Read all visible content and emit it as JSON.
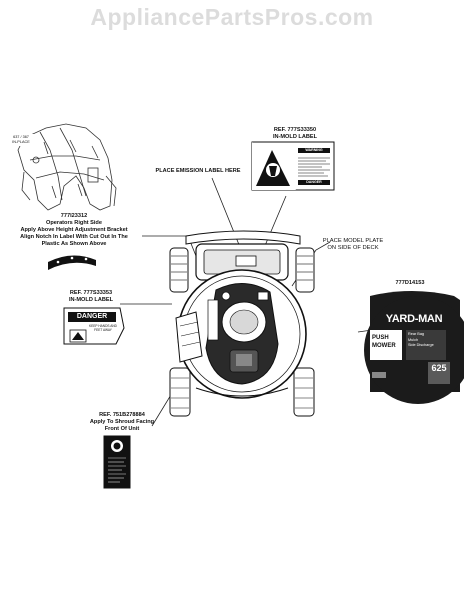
{
  "watermark": "AppliancePartsPros.com",
  "callouts": {
    "left_ref": "777I23312",
    "left_desc_1": "Operators Right Side",
    "left_desc_2": "Apply Above Height Adjustment Bracket",
    "left_desc_3": "Align Notch In Label With Cut Out In The",
    "left_desc_4": "Plastic As Shown Above",
    "top_ref": "REF. 777S33350",
    "top_desc": "IN-MOLD LABEL",
    "emission": "PLACE EMISSION LABEL HERE",
    "model_plate_1": "PLACE MODEL PLATE",
    "model_plate_2": "ON SIDE OF DECK",
    "mid_ref": "REF. 777S33353",
    "mid_desc": "IN-MOLD LABEL",
    "right_ref": "777D14153",
    "bottom_ref": "REF. 751B278884",
    "bottom_desc_1": "Apply To Shroud Facing",
    "bottom_desc_2": "Front Of Unit"
  },
  "labels": {
    "danger_top": "DANGER",
    "warning_top": "WARNING",
    "danger_mid": "DANGER",
    "danger_mid_sub": "KEEP HANDS AND FEET AWAY",
    "brand": "YARD-MAN",
    "push": "PUSH",
    "mower": "MOWER",
    "feature_1": "Rear Bag",
    "feature_2": "Mulch",
    "feature_3": "Side Discharge",
    "model_number": "625",
    "sticker_small_1": "637 / 367",
    "sticker_small_2": "IN-PLACE"
  }
}
